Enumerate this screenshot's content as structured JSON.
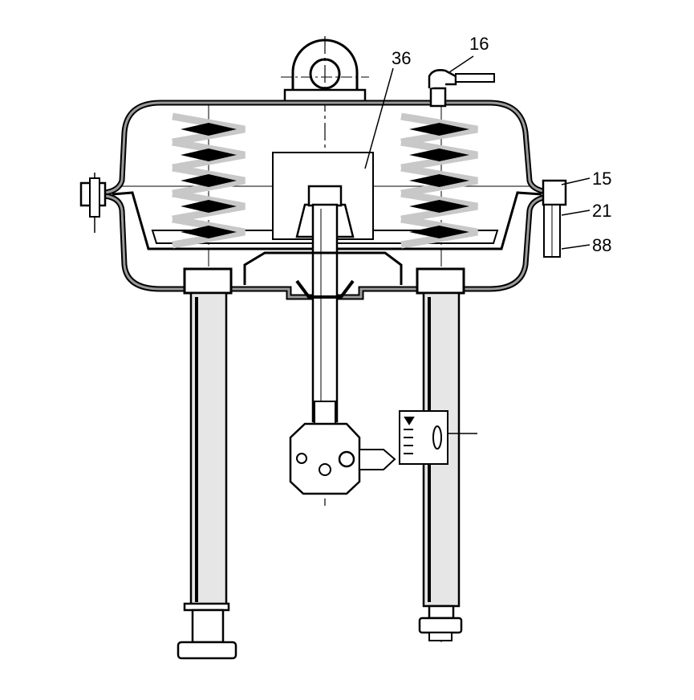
{
  "drawing": {
    "labels": {
      "l16": "16",
      "l36": "36",
      "l15": "15",
      "l21": "21",
      "l88": "88"
    },
    "colors": {
      "line": "#000000",
      "housing_fill": "#9a9a9a",
      "spring_light": "#c8c8c8",
      "pillar_fill": "#e6e6e6"
    }
  }
}
